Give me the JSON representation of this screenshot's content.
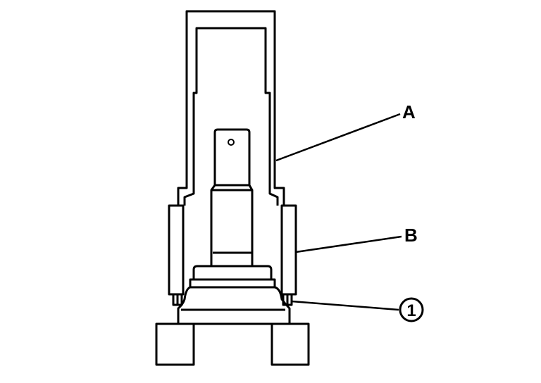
{
  "diagram": {
    "labels": {
      "a": "A",
      "b": "B",
      "one": "1"
    },
    "colors": {
      "line": "#000000",
      "background": "#ffffff"
    }
  }
}
